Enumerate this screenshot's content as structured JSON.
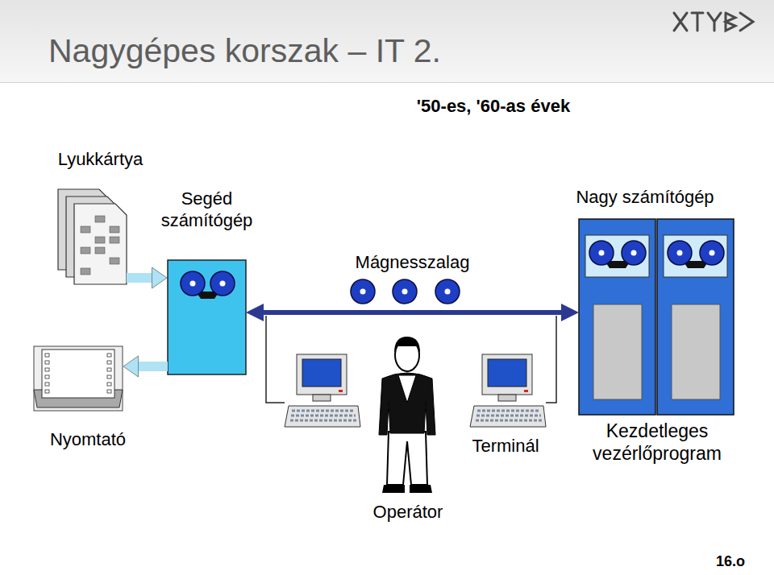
{
  "diagram": {
    "title": "Nagygépes korszak – IT 2.",
    "nodes": [
      {
        "text": [
          "Lyukkártya"
        ]
      },
      {
        "text": [
          "Segéd számítógép"
        ]
      },
      {
        "text": [
          "Nagy számítógép"
        ]
      },
      {
        "text": [
          "Nyomtató"
        ]
      },
      {
        "text": [
          "Terminál"
        ]
      }
    ],
    "edges": [
      {
        "from": 0,
        "to": 1,
        "arrow": "to"
      },
      {
        "from": 1,
        "to": 3,
        "arrow": "to"
      },
      {
        "from": 1,
        "to": 2,
        "label": "Mágnesszalag",
        "arrow": "both"
      }
    ],
    "labels": [
      "'50-es, '60-as évek",
      "Operátor",
      "Kezdetleges vezérlőprogram",
      "16.o"
    ]
  }
}
